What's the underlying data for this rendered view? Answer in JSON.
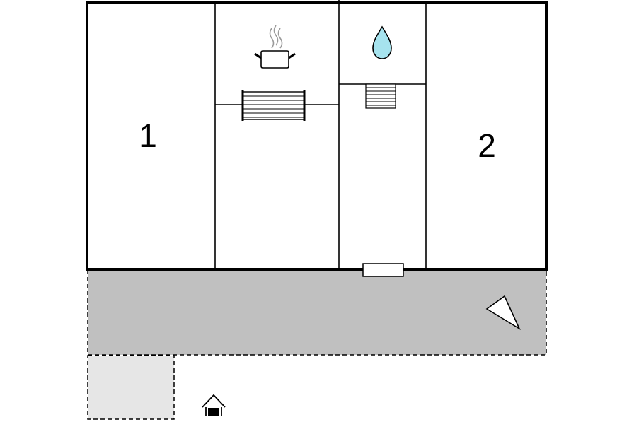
{
  "floorplan": {
    "rooms": [
      {
        "id": "bedroom-1",
        "label": "1"
      },
      {
        "id": "kitchen",
        "label": ""
      },
      {
        "id": "bathroom",
        "label": ""
      },
      {
        "id": "bedroom-2",
        "label": "2"
      }
    ],
    "icons": {
      "kitchen": "cooking-pot-icon",
      "bathroom": "water-drop-icon",
      "entrance": "house-entrance-icon",
      "compass": "north-arrow-icon"
    },
    "areas": [
      "terrace",
      "annex"
    ],
    "colors": {
      "wall": "#000000",
      "terrace": "#c0c0c0",
      "annex": "#e6e6e6",
      "water": "#a6e3ee",
      "steam": "#9a9a9a"
    }
  }
}
